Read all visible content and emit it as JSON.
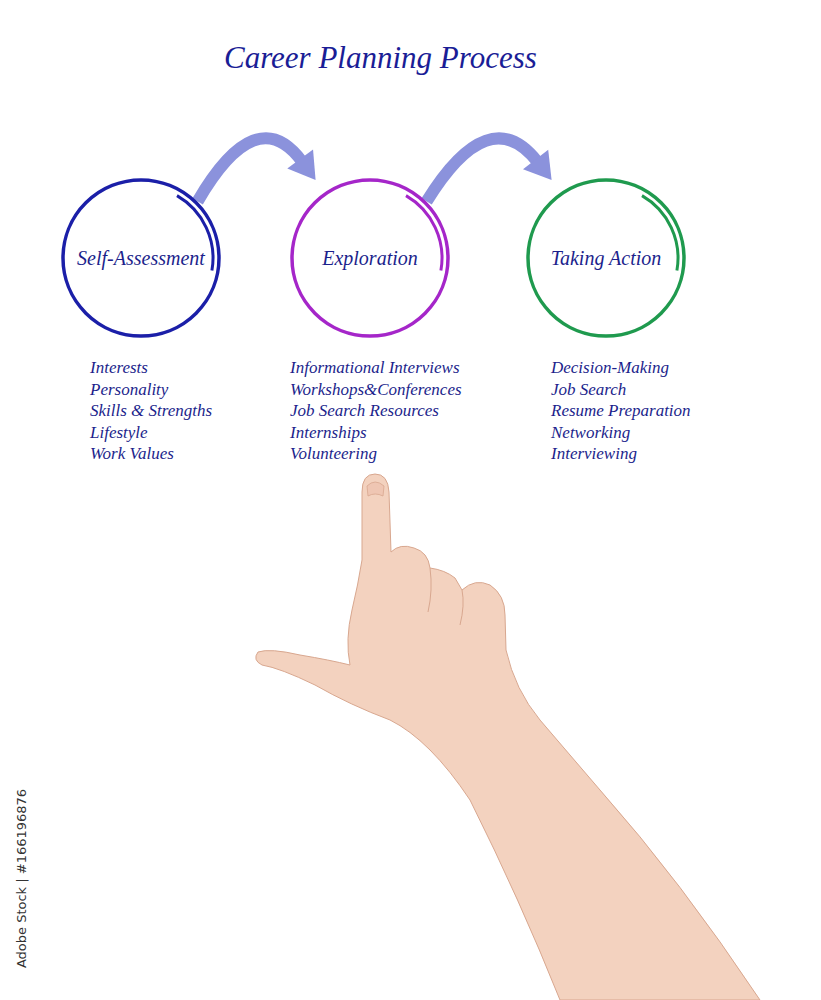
{
  "diagram": {
    "title": "Career Planning Process",
    "nodes": [
      {
        "text": [
          "Self-Assessment"
        ]
      },
      {
        "text": [
          "Exploration"
        ]
      },
      {
        "text": [
          "Taking Action"
        ]
      }
    ],
    "edges": [
      {
        "from": 0,
        "to": 1,
        "arrow": "to"
      },
      {
        "from": 1,
        "to": 2,
        "arrow": "to"
      }
    ],
    "labels": [
      "Interests",
      "Personality",
      "Skills & Strengths",
      "Lifestyle",
      "Work Values",
      "Informational Interviews",
      "Workshops&Conferences",
      "Job Search Resources",
      "Internships",
      "Volunteering",
      "Decision-Making",
      "Job Search",
      "Resume Preparation",
      "Networking",
      "Interviewing",
      "Adobe Stock | #166196876"
    ]
  }
}
